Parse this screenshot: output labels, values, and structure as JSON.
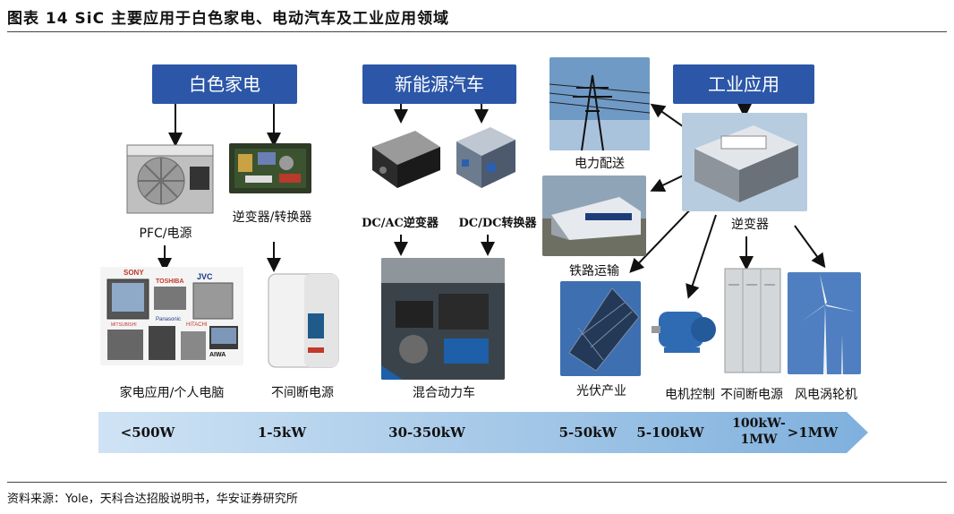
{
  "figure": {
    "title": "图表 14 SiC 主要应用于白色家电、电动汽车及工业应用领域",
    "source": "资料来源：Yole，天科合达招股说明书，华安证券研究所"
  },
  "categories": {
    "white_goods": "白色家电",
    "new_energy_vehicles": "新能源汽车",
    "industrial": "工业应用"
  },
  "labels": {
    "pfc": "PFC/电源",
    "inverter_converter": "逆变器/转换器",
    "dcac": "DC/AC逆变器",
    "dcdc": "DC/DC转换器",
    "power_distribution": "电力配送",
    "rail": "铁路运输",
    "inverter": "逆变器",
    "home_pc": "家电应用/个人电脑",
    "ups": "不间断电源",
    "hybrid": "混合动力车",
    "pv": "光伏产业",
    "motor": "电机控制",
    "ups2": "不间断电源",
    "wind": "风电涡轮机"
  },
  "power_scale": {
    "p1": "<500W",
    "p2": "1-5kW",
    "p3": "30-350kW",
    "p4": "5-50kW",
    "p5": "5-100kW",
    "p6_line1": "100kW-",
    "p6_line2": "1MW",
    "p7": ">1MW"
  },
  "brands": [
    "SONY",
    "TOSHIBA",
    "JVC",
    "Panasonic",
    "HITACHI",
    "AIWA",
    "MITSUBISHI"
  ]
}
